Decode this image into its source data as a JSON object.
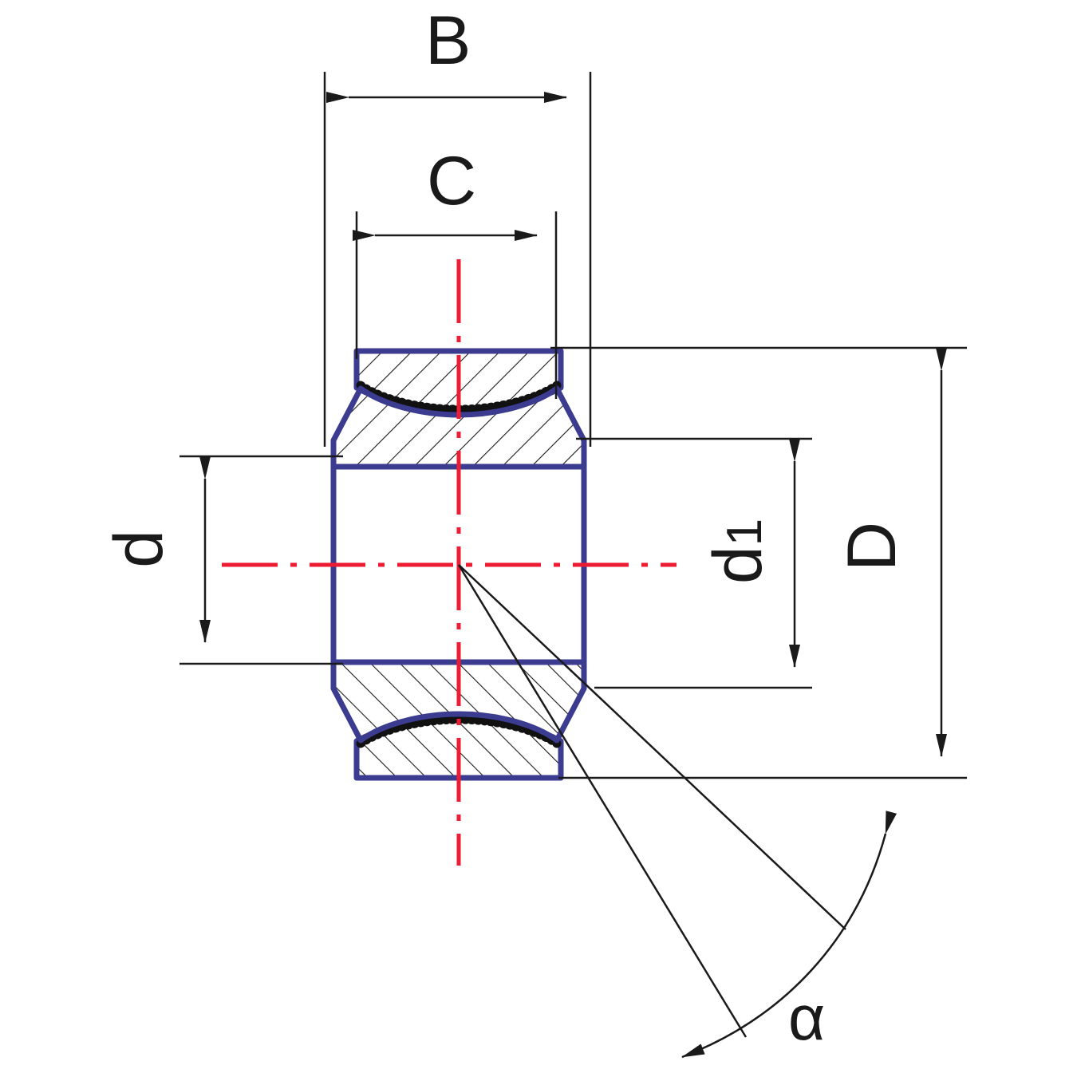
{
  "diagram": {
    "title": "Spherical plain bearing cross-section dimension drawing",
    "labels": {
      "width_total": "B",
      "width_inner": "C",
      "bore_diameter": "d",
      "inner_ring_outer_diameter": "d",
      "inner_ring_outer_diameter_sub": "1",
      "outer_diameter": "D",
      "tilt_angle": "α"
    },
    "colors": {
      "outline": "#3b3b8f",
      "centerline": "#ee1c33",
      "dimension": "#1a1a1a",
      "hatch": "#1a1a1a",
      "background": "#ffffff"
    }
  }
}
